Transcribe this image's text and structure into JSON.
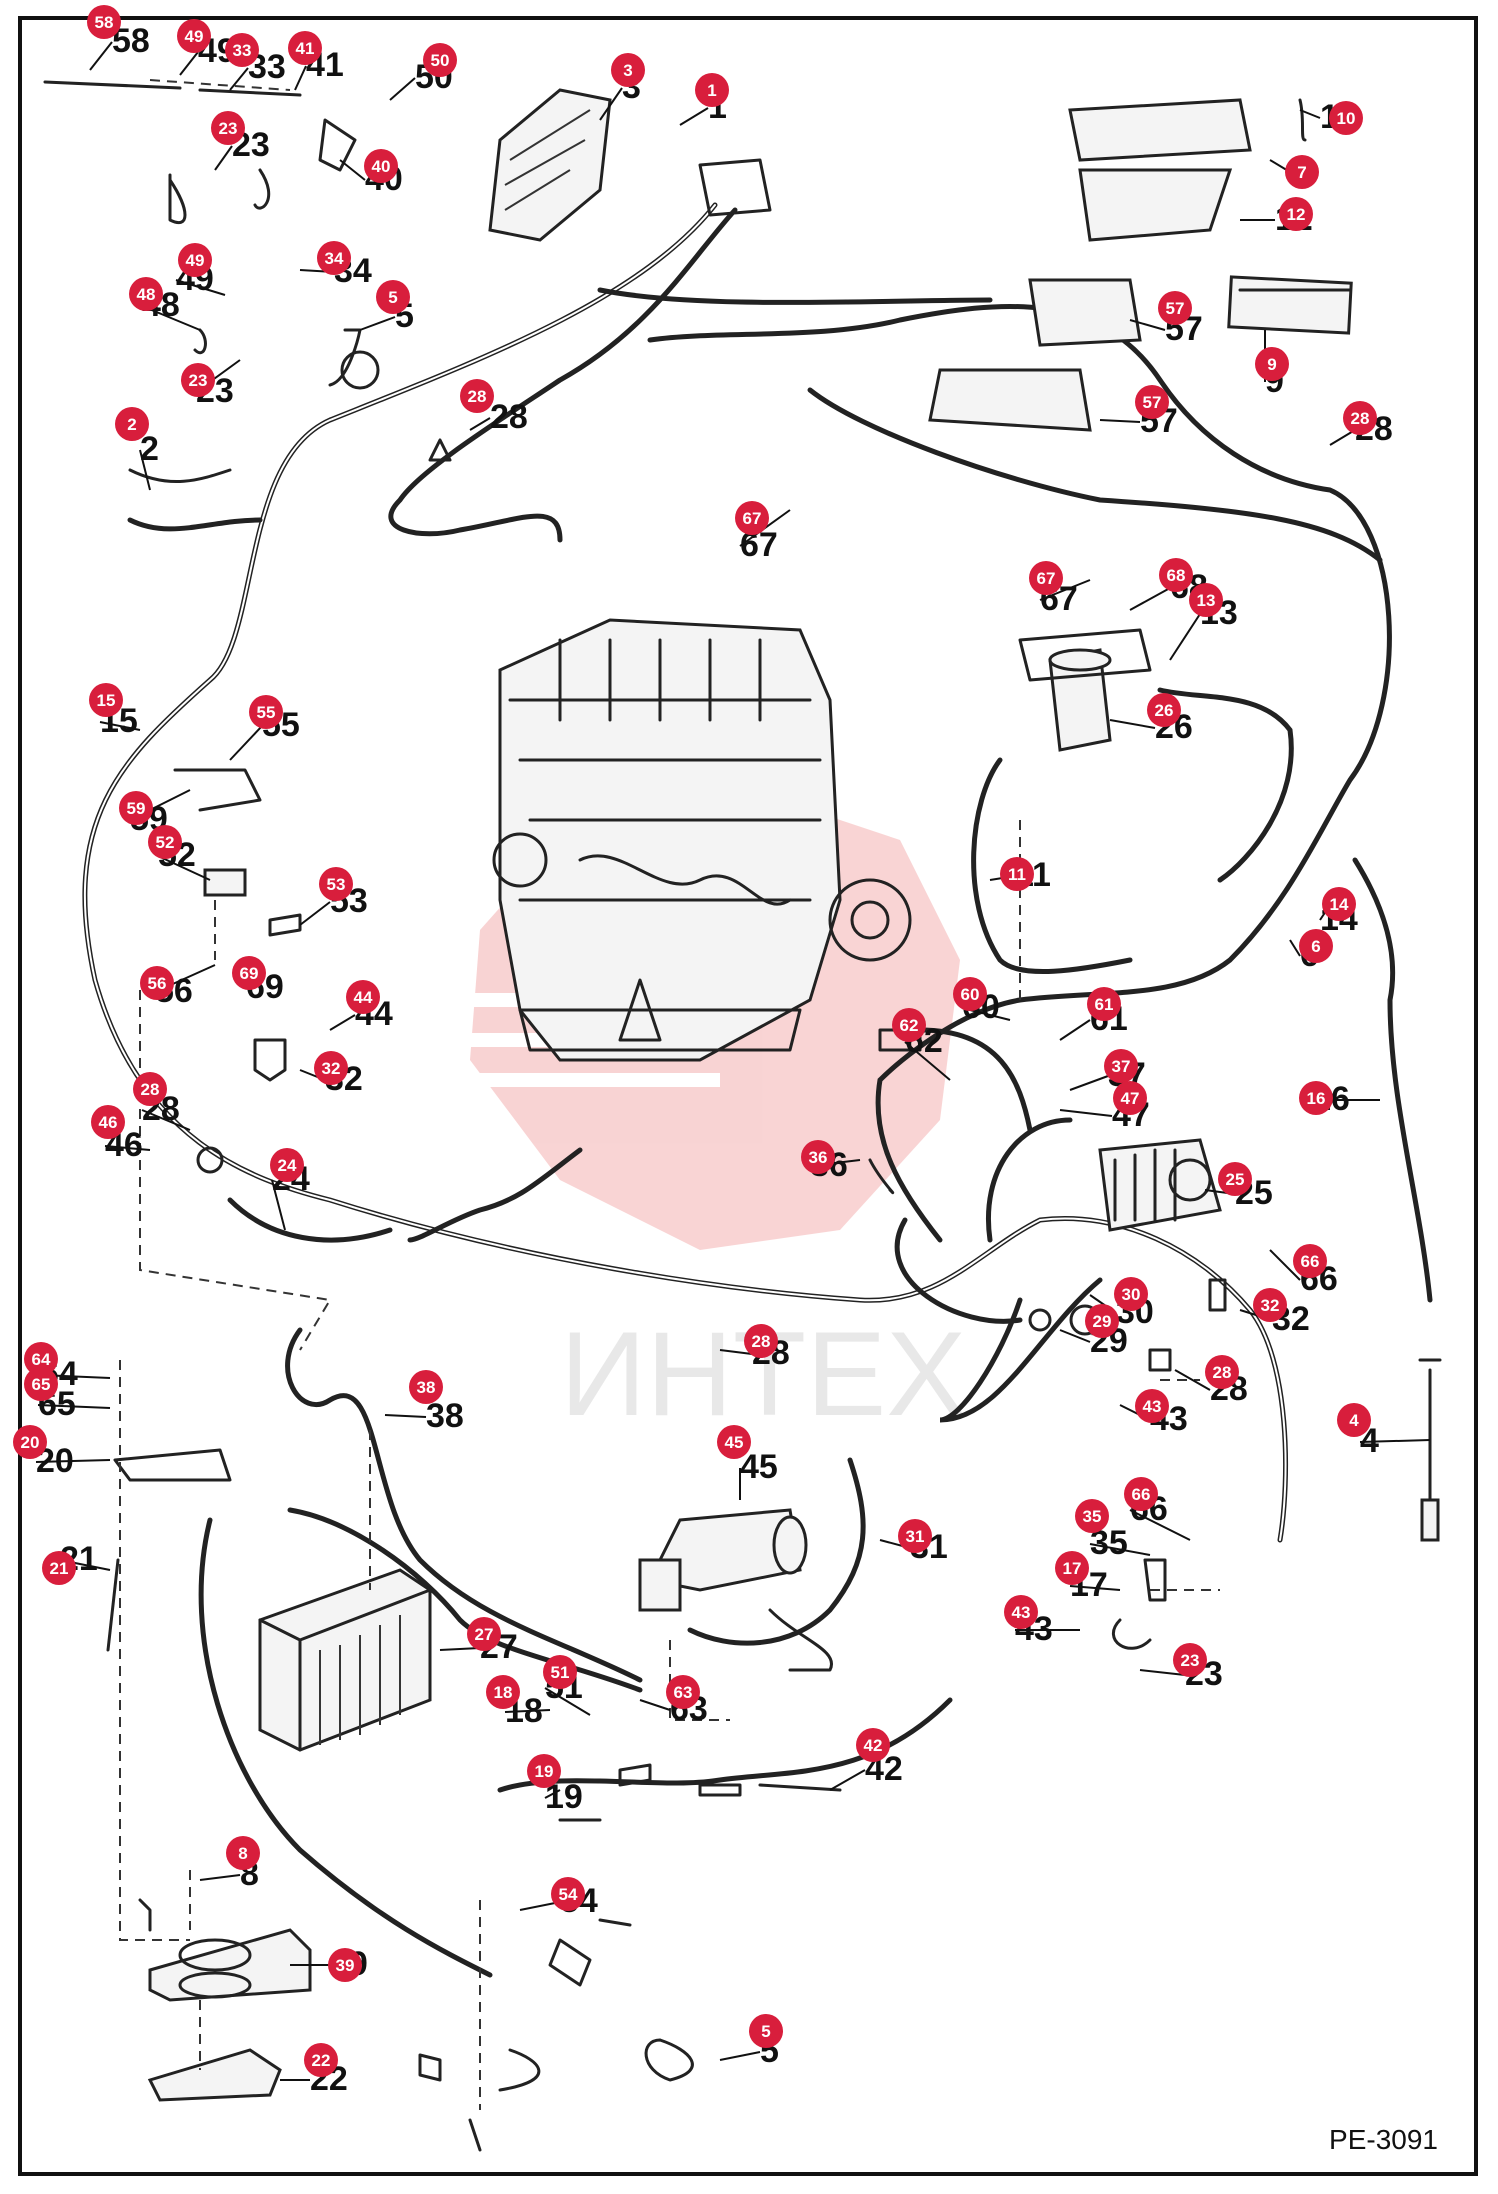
{
  "diagram": {
    "code": "PE-3091",
    "watermark": "ИНТЕХ",
    "marker_color": "#d81e3c",
    "callouts": [
      {
        "id": "c58a",
        "num": "58"
      },
      {
        "id": "c49a",
        "num": "49"
      },
      {
        "id": "c33",
        "num": "33"
      },
      {
        "id": "c41",
        "num": "41"
      },
      {
        "id": "c50",
        "num": "50"
      },
      {
        "id": "c3",
        "num": "3"
      },
      {
        "id": "c1",
        "num": "1"
      },
      {
        "id": "c10",
        "num": "10"
      },
      {
        "id": "c7",
        "num": "7"
      },
      {
        "id": "c12",
        "num": "12"
      },
      {
        "id": "c23a",
        "num": "23"
      },
      {
        "id": "c40",
        "num": "40"
      },
      {
        "id": "c49b",
        "num": "49"
      },
      {
        "id": "c34",
        "num": "34"
      },
      {
        "id": "c48",
        "num": "48"
      },
      {
        "id": "c5a",
        "num": "5"
      },
      {
        "id": "c57a",
        "num": "57"
      },
      {
        "id": "c9",
        "num": "9"
      },
      {
        "id": "c23b",
        "num": "23"
      },
      {
        "id": "c28a",
        "num": "28"
      },
      {
        "id": "c57b",
        "num": "57"
      },
      {
        "id": "c28b",
        "num": "28"
      },
      {
        "id": "c2",
        "num": "2"
      },
      {
        "id": "c67a",
        "num": "67"
      },
      {
        "id": "c67b",
        "num": "67"
      },
      {
        "id": "c68",
        "num": "68"
      },
      {
        "id": "c13",
        "num": "13"
      },
      {
        "id": "c15",
        "num": "15"
      },
      {
        "id": "c55",
        "num": "55"
      },
      {
        "id": "c26",
        "num": "26"
      },
      {
        "id": "c59",
        "num": "59"
      },
      {
        "id": "c52",
        "num": "52"
      },
      {
        "id": "c11",
        "num": "11"
      },
      {
        "id": "c53",
        "num": "53"
      },
      {
        "id": "c14",
        "num": "14"
      },
      {
        "id": "c6",
        "num": "6"
      },
      {
        "id": "c56",
        "num": "56"
      },
      {
        "id": "c69",
        "num": "69"
      },
      {
        "id": "c44",
        "num": "44"
      },
      {
        "id": "c60",
        "num": "60"
      },
      {
        "id": "c61",
        "num": "61"
      },
      {
        "id": "c62",
        "num": "62"
      },
      {
        "id": "c32a",
        "num": "32"
      },
      {
        "id": "c37",
        "num": "37"
      },
      {
        "id": "c28c",
        "num": "28"
      },
      {
        "id": "c47",
        "num": "47"
      },
      {
        "id": "c16",
        "num": "16"
      },
      {
        "id": "c46",
        "num": "46"
      },
      {
        "id": "c36",
        "num": "36"
      },
      {
        "id": "c24",
        "num": "24"
      },
      {
        "id": "c25",
        "num": "25"
      },
      {
        "id": "c66a",
        "num": "66"
      },
      {
        "id": "c30",
        "num": "30"
      },
      {
        "id": "c32b",
        "num": "32"
      },
      {
        "id": "c29",
        "num": "29"
      },
      {
        "id": "c28d",
        "num": "28"
      },
      {
        "id": "c28e",
        "num": "28"
      },
      {
        "id": "c64",
        "num": "64"
      },
      {
        "id": "c65",
        "num": "65"
      },
      {
        "id": "c38",
        "num": "38"
      },
      {
        "id": "c43a",
        "num": "43"
      },
      {
        "id": "c4",
        "num": "4"
      },
      {
        "id": "c20",
        "num": "20"
      },
      {
        "id": "c45",
        "num": "45"
      },
      {
        "id": "c21",
        "num": "21"
      },
      {
        "id": "c31",
        "num": "31"
      },
      {
        "id": "c66b",
        "num": "66"
      },
      {
        "id": "c35",
        "num": "35"
      },
      {
        "id": "c17",
        "num": "17"
      },
      {
        "id": "c43b",
        "num": "43"
      },
      {
        "id": "c27",
        "num": "27"
      },
      {
        "id": "c23c",
        "num": "23"
      },
      {
        "id": "c51",
        "num": "51"
      },
      {
        "id": "c18",
        "num": "18"
      },
      {
        "id": "c63",
        "num": "63"
      },
      {
        "id": "c42",
        "num": "42"
      },
      {
        "id": "c19",
        "num": "19"
      },
      {
        "id": "c8",
        "num": "8"
      },
      {
        "id": "c54",
        "num": "54"
      },
      {
        "id": "c39",
        "num": "39"
      },
      {
        "id": "c5b",
        "num": "5"
      },
      {
        "id": "c22",
        "num": "22"
      }
    ]
  }
}
